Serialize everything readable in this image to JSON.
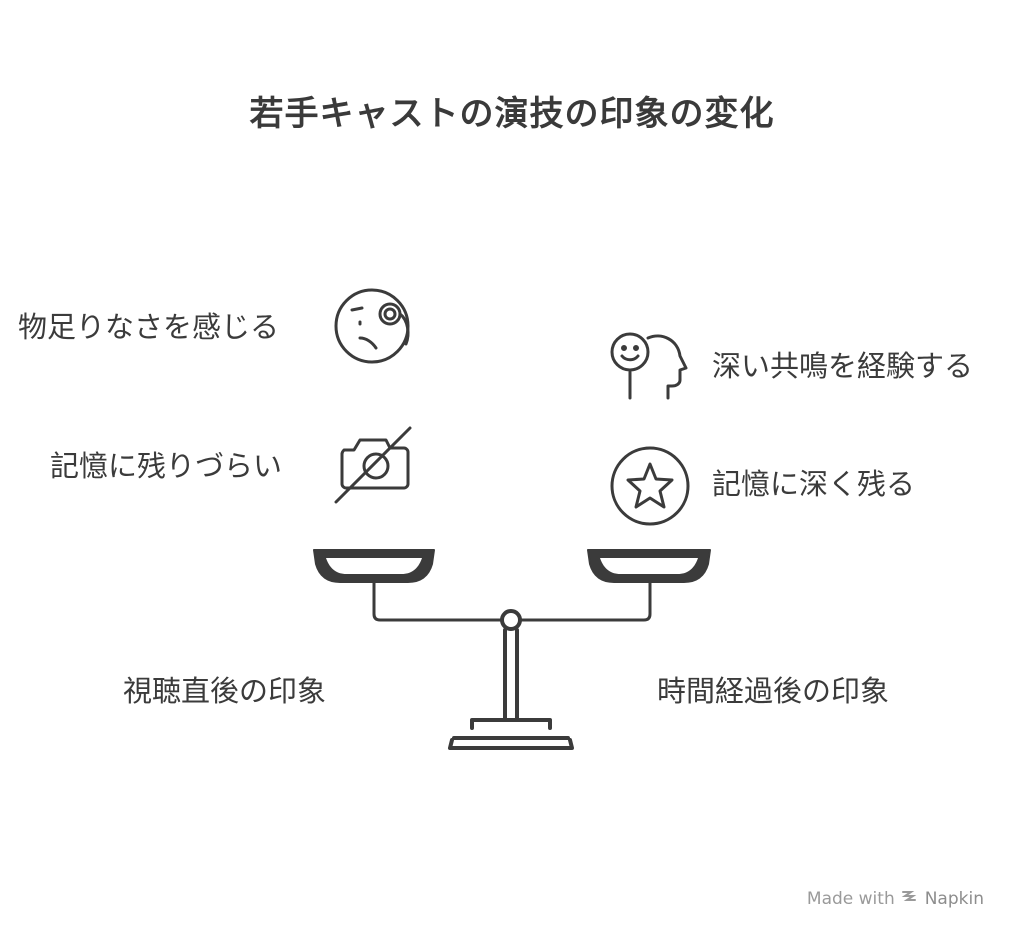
{
  "title": "若手キャストの演技の印象の変化",
  "left": {
    "heading": "視聴直後の印象",
    "items": [
      {
        "label": "物足りなさを感じる",
        "icon": "monocle-face-icon"
      },
      {
        "label": "記憶に残りづらい",
        "icon": "camera-off-icon"
      }
    ]
  },
  "right": {
    "heading": "時間経過後の印象",
    "items": [
      {
        "label": "深い共鳴を経験する",
        "icon": "smiling-head-icon"
      },
      {
        "label": "記憶に深く残る",
        "icon": "star-circle-icon"
      }
    ]
  },
  "footer": {
    "made_with": "Made with",
    "brand": "Napkin"
  },
  "colors": {
    "ink": "#3b3b3b",
    "footer": "#9a9a9a",
    "background": "#ffffff"
  }
}
